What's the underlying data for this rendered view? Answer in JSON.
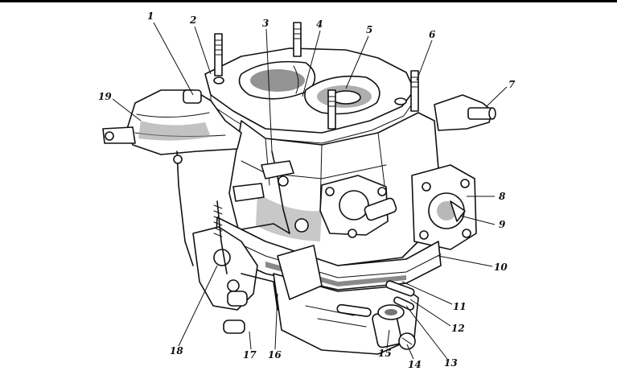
{
  "figure": {
    "callouts": [
      {
        "id": "1",
        "text": "1"
      },
      {
        "id": "2",
        "text": "2"
      },
      {
        "id": "3",
        "text": "3"
      },
      {
        "id": "4",
        "text": "4"
      },
      {
        "id": "5",
        "text": "5"
      },
      {
        "id": "6",
        "text": "6"
      },
      {
        "id": "7",
        "text": "7"
      },
      {
        "id": "8",
        "text": "8"
      },
      {
        "id": "9",
        "text": "9"
      },
      {
        "id": "10",
        "text": "10"
      },
      {
        "id": "11",
        "text": "11"
      },
      {
        "id": "12",
        "text": "12"
      },
      {
        "id": "13",
        "text": "13"
      },
      {
        "id": "14",
        "text": "14"
      },
      {
        "id": "15",
        "text": "15"
      },
      {
        "id": "16",
        "text": "16"
      },
      {
        "id": "17",
        "text": "17"
      },
      {
        "id": "18",
        "text": "18"
      },
      {
        "id": "19",
        "text": "19"
      }
    ]
  }
}
